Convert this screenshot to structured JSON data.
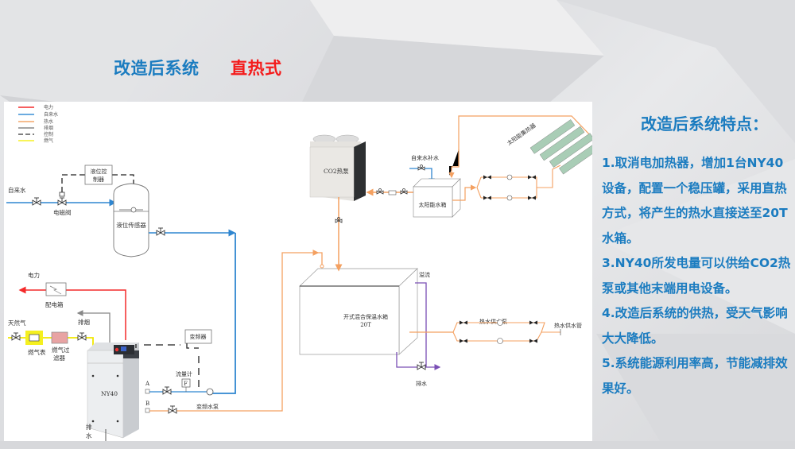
{
  "header": {
    "title": "改造后系统",
    "subtitle": "直热式"
  },
  "legend": [
    {
      "label": "电力",
      "color": "#f42a2a",
      "style": "solid"
    },
    {
      "label": "自来水",
      "color": "#3a8fd6",
      "style": "solid"
    },
    {
      "label": "热水",
      "color": "#f4a76a",
      "style": "solid"
    },
    {
      "label": "排烟",
      "color": "#888888",
      "style": "solid"
    },
    {
      "label": "控制",
      "color": "#555555",
      "style": "dashed"
    },
    {
      "label": "燃气",
      "color": "#f5f020",
      "style": "solid"
    }
  ],
  "diagram": {
    "tap_water": "自来水",
    "solenoid_valve": "电磁阀",
    "level_controller": "液位控制器",
    "level_controller_l1": "液位控",
    "level_controller_l2": "制器",
    "level_sensor": "液位传感器",
    "power": "电力",
    "distribution_box": "配电箱",
    "natural_gas": "天然气",
    "exhaust": "排烟",
    "gas_meter": "燃气表",
    "gas_filter_l1": "燃气过",
    "gas_filter_l2": "滤器",
    "inverter": "变频器",
    "flowmeter": "流量计",
    "flowmeter_symbol": "F",
    "vfd_pump": "变频水泵",
    "unit_name": "NY40",
    "port_a": "A",
    "port_b": "B",
    "drain_l1": "排",
    "drain_l2": "水",
    "co2_heat_pump": "CO2热泵",
    "makeup_water": "自来水补水",
    "solar_tank": "太阳能水箱",
    "solar_collector": "太阳能集热器",
    "mix_tank_l1": "开式混合保温水箱",
    "mix_tank_l2": "20T",
    "overflow": "溢流",
    "drain": "排水",
    "hot_water_pump": "热水供水泵",
    "hot_water_pipe": "热水供水管"
  },
  "features": {
    "title": "改造后系统特点：",
    "items": [
      "1.取消电加热器，增加1台NY40设备，配置一个稳压罐，采用直热方式，将产生的热水直接送至20T水箱。",
      "3.NY40所发电量可以供给CO2热泵或其他末端用电设备。",
      "4.改造后系统的供热，受天气影响大大降低。",
      "5.系统能源利用率高，节能减排效果好。"
    ]
  }
}
